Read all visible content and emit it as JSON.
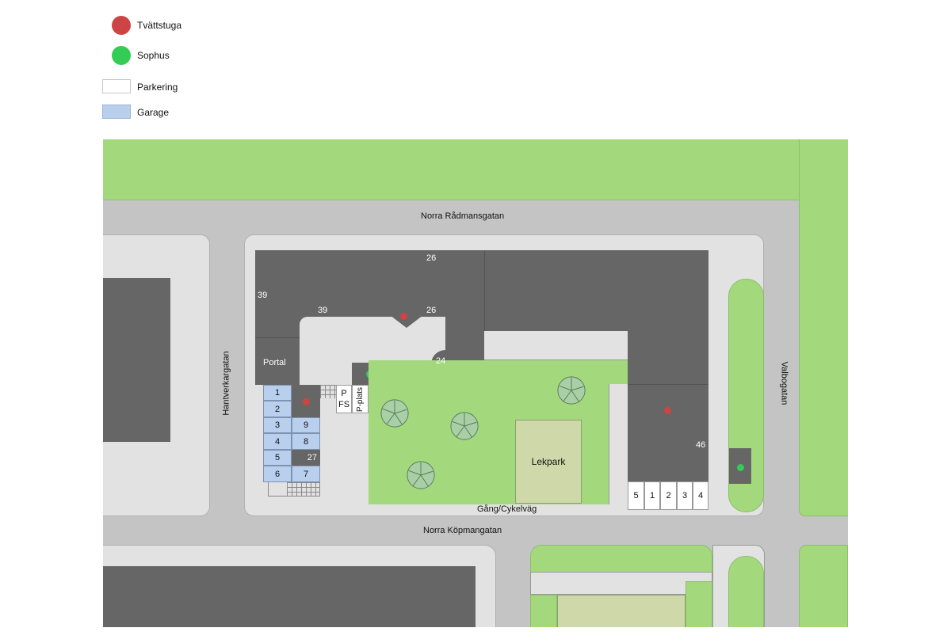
{
  "legend": {
    "items": [
      {
        "label": "Tvättstuga",
        "type": "dot",
        "color": "#cc4444"
      },
      {
        "label": "Sophus",
        "type": "dot",
        "color": "#33cc55"
      },
      {
        "label": "Parkering",
        "type": "box",
        "color": "#ffffff"
      },
      {
        "label": "Garage",
        "type": "box",
        "color": "#b9cfee"
      }
    ]
  },
  "streets": {
    "north": "Norra Rådmansgatan",
    "south": "Norra Köpmangatan",
    "west": "Hantverkargatan",
    "east": "Valbogatan",
    "path": "Gång/Cykelväg"
  },
  "buildings": {
    "main_labels": [
      "26",
      "39",
      "39",
      "26",
      "24",
      "46",
      "27"
    ],
    "portal": "Portal",
    "lekpark": "Lekpark",
    "p_fs": [
      "P",
      "FS"
    ],
    "p_plats": "P-plats"
  },
  "garages": {
    "left_column": [
      "1",
      "2",
      "3",
      "4",
      "5",
      "6"
    ],
    "right_column": [
      "9",
      "8",
      "7"
    ],
    "right_building": "27"
  },
  "parking_spots": [
    "5",
    "1",
    "2",
    "3",
    "4"
  ],
  "colors": {
    "grass": "#a3d97c",
    "road": "#c4c4c4",
    "walkway": "#e2e2e2",
    "building": "#666666",
    "garage": "#b9cfee",
    "laundry": "#cc4444",
    "waste": "#33cc55",
    "playground": "#cfd8a8"
  }
}
